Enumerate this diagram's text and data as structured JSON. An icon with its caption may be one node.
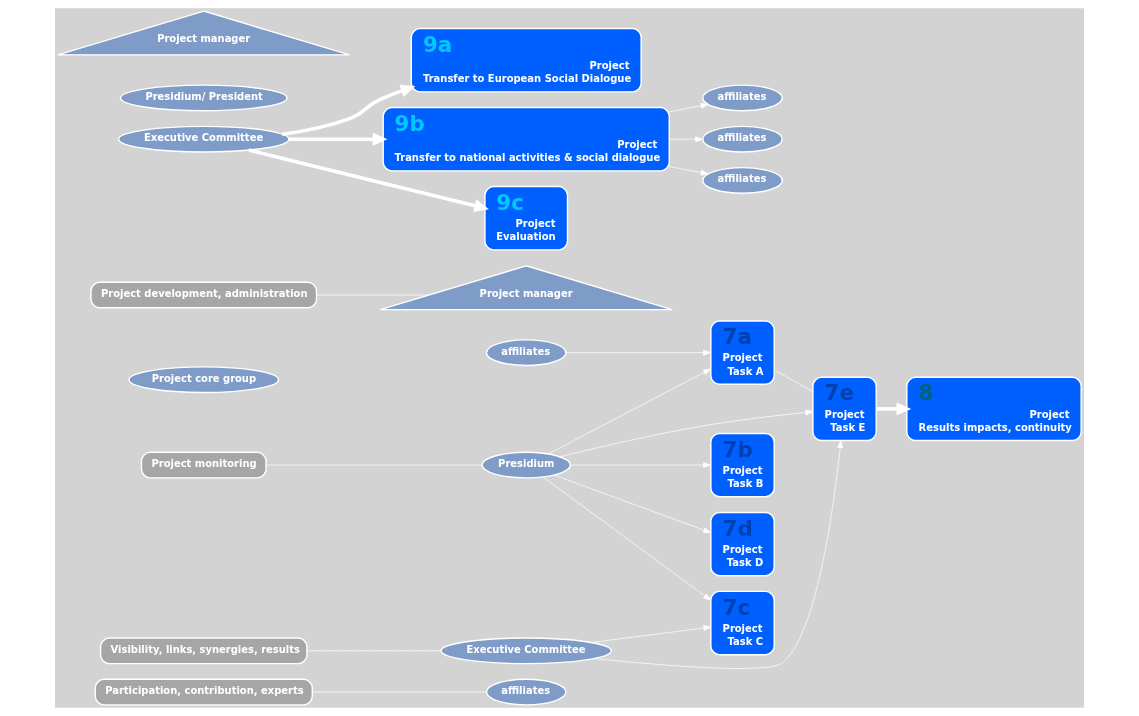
{
  "diagram": {
    "nodes": [
      {
        "text": [
          "Participation, contribution, experts"
        ]
      },
      {
        "text": [
          "affiliates"
        ]
      },
      {
        "text": [
          "affiliates"
        ]
      },
      {
        "text": [
          "7a",
          "Project",
          "Task A"
        ]
      },
      {
        "text": [
          "7b",
          "Project",
          "Task B"
        ]
      },
      {
        "text": [
          "7c",
          "Project",
          "Task C"
        ]
      },
      {
        "text": [
          "7d",
          "Project",
          "Task D"
        ]
      },
      {
        "text": [
          "7e",
          "Project",
          "Task E"
        ]
      },
      {
        "text": [
          "Project core group"
        ]
      },
      {
        "text": [
          "Project manager"
        ]
      },
      {
        "text": [
          "Project development, administration"
        ]
      },
      {
        "text": [
          "Presidium"
        ]
      },
      {
        "text": [
          "Project monitoring"
        ]
      },
      {
        "text": [
          "Executive Committee"
        ]
      },
      {
        "text": [
          "Visibility, links, synergies, results"
        ]
      },
      {
        "text": [
          "8",
          "Project",
          "Results impacts, continuity"
        ]
      },
      {
        "text": [
          "Executive Committee"
        ]
      },
      {
        "text": [
          "9a",
          "Project",
          "Transfer to European Social Dialogue"
        ]
      },
      {
        "text": [
          "Presidium/ President"
        ]
      },
      {
        "text": [
          "9b",
          "Project",
          "Transfer to national activities & social dialogue"
        ]
      },
      {
        "text": [
          "9c",
          "Project",
          "Evaluation"
        ]
      },
      {
        "text": [
          "Project manager"
        ]
      },
      {
        "text": [
          "affiliates"
        ]
      },
      {
        "text": [
          "affiliates"
        ]
      },
      {
        "text": [
          "affiliates"
        ]
      }
    ],
    "edges": [
      {
        "from": 0,
        "to": 1,
        "arrow": "none"
      },
      {
        "from": 2,
        "to": 3,
        "arrow": "to"
      },
      {
        "from": 10,
        "to": 9,
        "arrow": "none"
      },
      {
        "from": 11,
        "to": 3,
        "arrow": "to"
      },
      {
        "from": 11,
        "to": 4,
        "arrow": "to"
      },
      {
        "from": 11,
        "to": 5,
        "arrow": "to"
      },
      {
        "from": 11,
        "to": 6,
        "arrow": "to"
      },
      {
        "from": 11,
        "to": 7,
        "arrow": "to"
      },
      {
        "from": 12,
        "to": 11,
        "arrow": "none"
      },
      {
        "from": 13,
        "to": 5,
        "arrow": "to"
      },
      {
        "from": 13,
        "to": 7,
        "arrow": "to"
      },
      {
        "from": 14,
        "to": 13,
        "arrow": "none"
      },
      {
        "from": 3,
        "to": 7,
        "arrow": "none"
      },
      {
        "from": 7,
        "to": 15,
        "arrow": "to",
        "style": "thick"
      },
      {
        "from": 16,
        "to": 17,
        "arrow": "to",
        "style": "thick"
      },
      {
        "from": 16,
        "to": 19,
        "arrow": "to",
        "style": "thick"
      },
      {
        "from": 16,
        "to": 20,
        "arrow": "to",
        "style": "thick"
      },
      {
        "from": 19,
        "to": 22,
        "arrow": "to"
      },
      {
        "from": 19,
        "to": 23,
        "arrow": "to"
      },
      {
        "from": 19,
        "to": 24,
        "arrow": "to"
      }
    ]
  }
}
